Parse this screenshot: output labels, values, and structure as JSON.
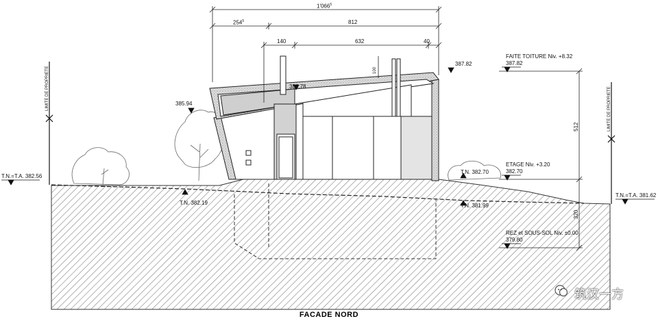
{
  "drawing": {
    "title": "FACADE NORD",
    "watermark": "筑汉一方",
    "dims_top": {
      "overall": "1'066",
      "overall_sup": "5",
      "left": "254",
      "left_sup": "5",
      "right": "812",
      "seg_a": "140",
      "seg_b": "632",
      "seg_c": "40",
      "chimney": "100"
    },
    "dims_side": {
      "upper": "512",
      "lower": "320"
    },
    "levels": {
      "roof_label": "FAITE TOITURE Niv. +8.32",
      "roof_value": "387.82",
      "roof_left": "387.82",
      "roof_mid": "386.78",
      "eave_left": "385.94",
      "etage_label": "ETAGE Niv. +3.20",
      "etage_value": "382.70",
      "rez_label": "REZ et SOUS-SOL Niv. ±0.00",
      "rez_value": "379.80",
      "tn_left": "T.N.=T.A. 382.56",
      "tn_right": "T.N.=T.A. 381.62",
      "tn_a": "T.N. 382.19",
      "tn_b": "T.N. 382.70",
      "tn_c": "T.N. 381.99"
    },
    "property_limit": "LIMITE DE PROPRIETE"
  }
}
